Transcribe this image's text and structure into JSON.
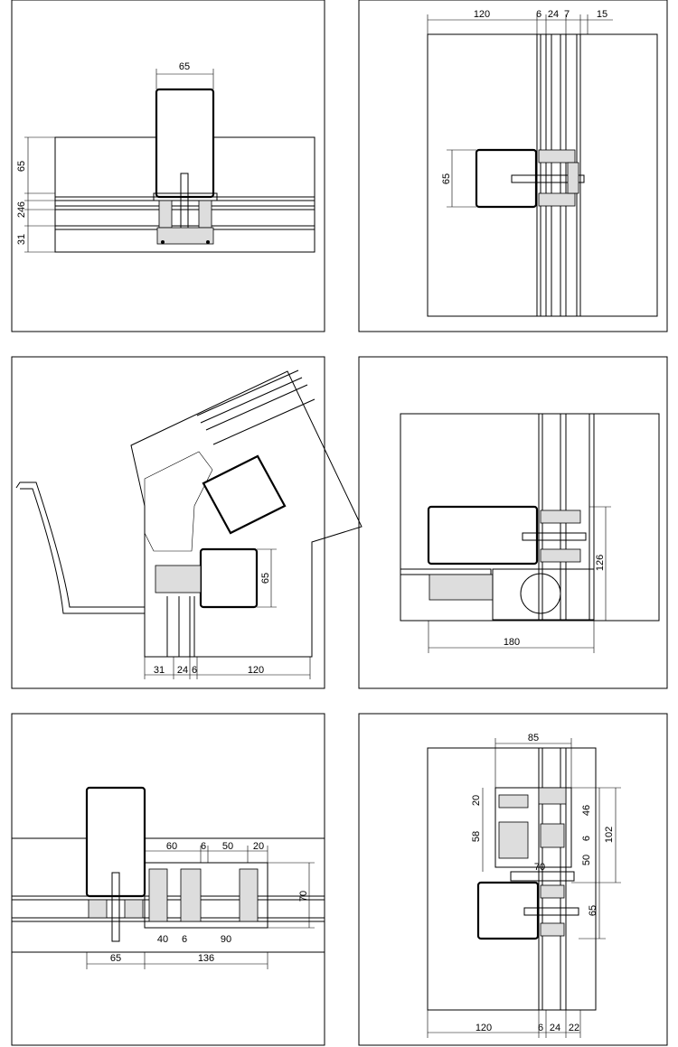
{
  "panels": [
    {
      "id": "p1",
      "dims": {
        "top": "65",
        "left_65": "65",
        "left_24": "24",
        "left_6": "6",
        "left_31": "31"
      }
    },
    {
      "id": "p2",
      "dims": {
        "top_120": "120",
        "top_6": "6",
        "top_24": "24",
        "top_7": "7",
        "top_15": "15",
        "left_65": "65"
      }
    },
    {
      "id": "p3",
      "dims": {
        "right_65": "65",
        "bottom_31": "31",
        "bottom_24": "24",
        "bottom_6": "6",
        "bottom_120": "120"
      }
    },
    {
      "id": "p4",
      "dims": {
        "right_126": "126",
        "bottom_180": "180"
      }
    },
    {
      "id": "p5",
      "dims": {
        "top_60": "60",
        "top_6": "6",
        "top_50": "50",
        "top_20": "20",
        "right_70": "70",
        "mid_40": "40",
        "mid_6": "6",
        "mid_90": "90",
        "bottom_65": "65",
        "bottom_136": "136"
      }
    },
    {
      "id": "p6",
      "dims": {
        "top_85": "85",
        "left_20": "20",
        "left_58": "58",
        "mid_70": "70",
        "right_46": "46",
        "right_6": "6",
        "right_50": "50",
        "right_102": "102",
        "right_65": "65",
        "bottom_120": "120",
        "bottom_6": "6",
        "bottom_24": "24",
        "bottom_22": "22"
      }
    }
  ]
}
